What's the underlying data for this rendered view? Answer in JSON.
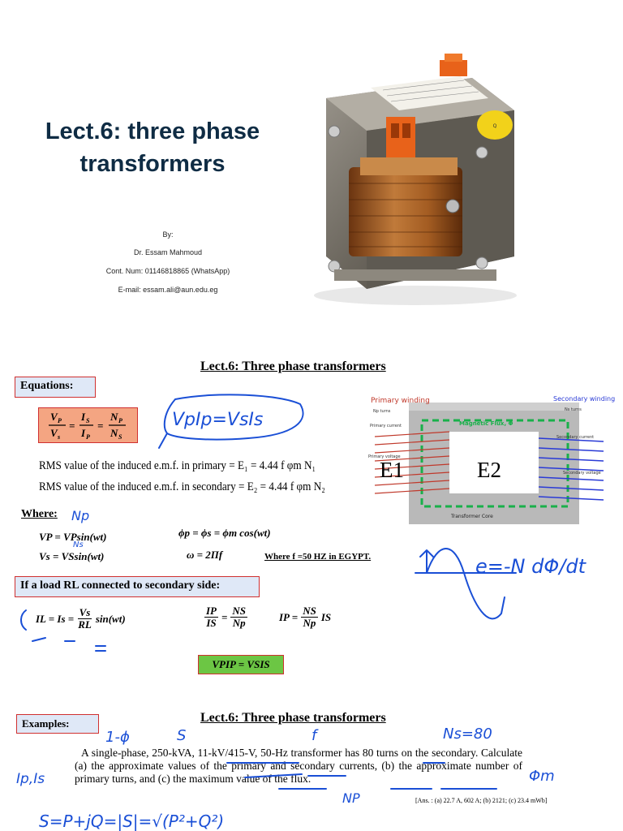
{
  "slide1": {
    "title_line1": "Lect.6: three phase",
    "title_line2": "transformers",
    "by_label": "By:",
    "author": "Dr. Essam Mahmoud",
    "contact": "Cont. Num: 01146818865 (WhatsApp)",
    "email": "E-mail: essam.ali@aun.edu.eg"
  },
  "slide2": {
    "heading": "Lect.6: Three phase transformers",
    "equations_label": "Equations:",
    "ratio_vp": "V",
    "ratio_p": "P",
    "ratio_s": "s",
    "ratio_is": "I",
    "ratio_S": "S",
    "ratio_ip": "I",
    "ratio_P": "P",
    "ratio_np": "N",
    "ratio_ns": "N",
    "rms_primary": "RMS value of the induced e.m.f. in primary = E₁ = 4.44 f φm N₁",
    "rms_secondary": "RMS value of the induced e.m.f. in secondary = E₂ = 4.44 f φm N₂",
    "where_label": "Where:",
    "vp_eq": "VP = VPsin(wt)",
    "vs_eq": "Vs = VSsin(wt)",
    "phi_eq": "ϕp = ϕs = ϕm cos(wt)",
    "omega_eq": "ω = 2Πf",
    "where_f": "Where f =50 HZ in EGYPT.",
    "load_label": "If a load RL connected to secondary side:",
    "il_eq_left": "IL = Is =",
    "il_eq_num": "Vs",
    "il_eq_den": "RL",
    "il_eq_right": "sin(wt)",
    "ip_is_num": "IP",
    "ip_is_den": "IS",
    "ns_np_num": "NS",
    "ns_np_den": "Np",
    "ip_eq_left": "IP =",
    "ip_eq_right": "IS",
    "power_eq": "VPIP = VSIS",
    "diagram": {
      "primary_winding": "Primary winding",
      "primary_turns": "Np turns",
      "secondary_winding": "Secondary winding",
      "secondary_turns": "Ns turns",
      "primary_current": "Primary current",
      "primary_voltage": "Primary voltage",
      "secondary_current": "Secondary current",
      "secondary_voltage": "Secondary voltage",
      "magnetic_flux": "Magnetic Flux, Φ",
      "core": "Transformer Core",
      "e1": "E1",
      "e2": "E2"
    },
    "handwriting": {
      "vpip": "VpIp=VsIs",
      "np": "Np",
      "ns": "Ns",
      "emf": "e=-N dΦ/dt"
    }
  },
  "slide3": {
    "heading": "Lect.6: Three phase transformers",
    "examples_label": "Examples:",
    "paragraph": "A single-phase, 250-kVA, 11-kV/415-V, 50-Hz transformer has 80 turns on the secondary. Calculate (a) the approximate values of the primary and secondary currents, (b) the approximate number of primary turns, and (c) the maximum value of the flux.",
    "answer": "[Ans. : (a) 22.7 A, 602 A; (b) 2121; (c) 23.4 mWb]",
    "handwriting": {
      "one_phi": "1-ϕ",
      "s": "S",
      "f": "f",
      "ns80": "Ns=80",
      "ipis": "Ip,Is",
      "phim": "Φm",
      "np": "NP",
      "bottom": "S=P+jQ=|S|=√(P²+Q²)"
    }
  },
  "colors": {
    "title": "#0f2c44",
    "box_border": "#d03030",
    "box_fill": "#dfe8f7",
    "eq_box": "#f4a582",
    "power_box": "#6cc644",
    "ink": "#1a4fd6"
  }
}
